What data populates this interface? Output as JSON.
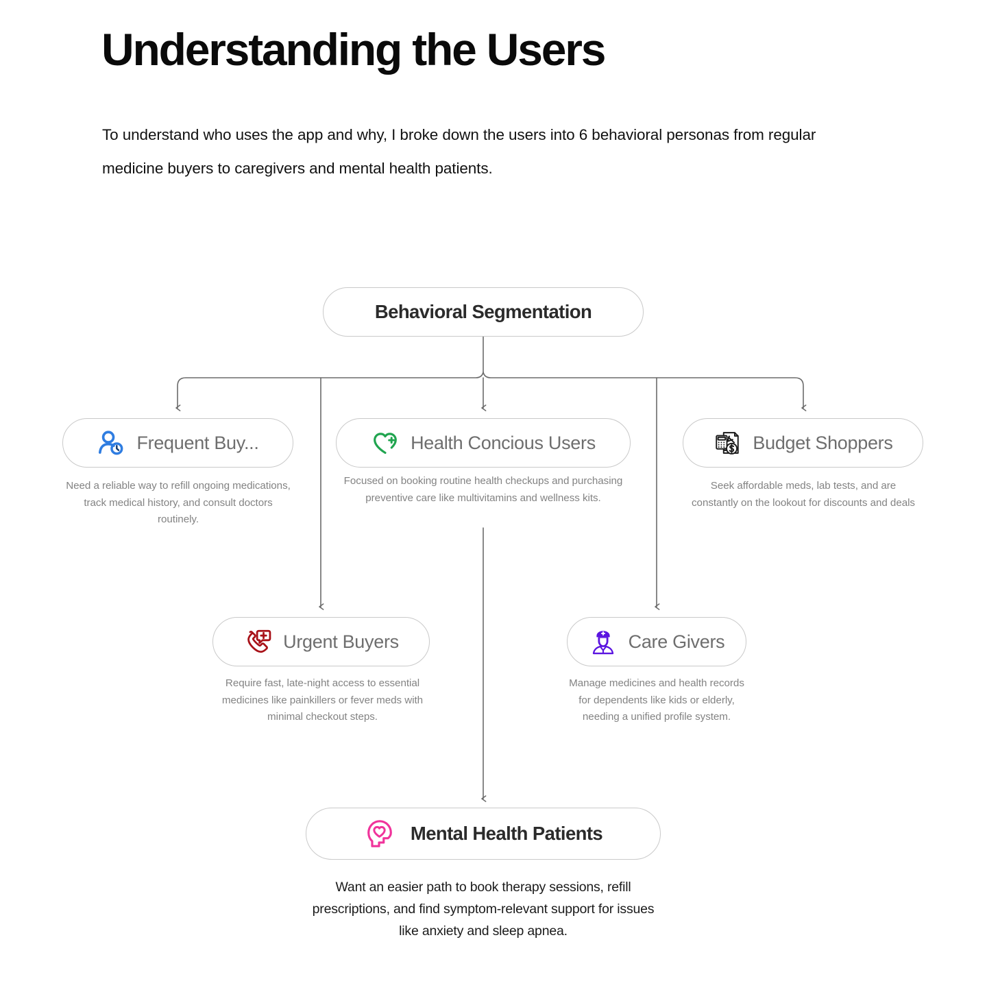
{
  "header": {
    "title": "Understanding the Users",
    "subtitle": "To understand who uses the app and why, I broke down the users into 6 behavioral personas from regular medicine buyers to caregivers and mental health patients."
  },
  "diagram": {
    "type": "tree",
    "root": {
      "label": "Behavioral Segmentation",
      "icon": "none"
    },
    "nodes": [
      {
        "id": "frequent-buyers",
        "label": "Frequent Buy...",
        "icon": "person-clock-icon",
        "icon_color": "#2f7de1",
        "caption": "Need a reliable way to refill ongoing medications, track medical history, and consult doctors routinely."
      },
      {
        "id": "health-concious-users",
        "label": "Health Concious Users",
        "icon": "heart-plus-icon",
        "icon_color": "#20a44f",
        "caption": "Focused on booking routine health checkups and purchasing preventive care like multivitamins and wellness kits."
      },
      {
        "id": "budget-shoppers",
        "label": "Budget Shoppers",
        "icon": "calculator-invoice-dollar-icon",
        "icon_color": "#1a1a1a",
        "caption": "Seek affordable meds, lab tests, and are constantly on the lookout for discounts and deals"
      },
      {
        "id": "urgent-buyers",
        "label": "Urgent Buyers",
        "icon": "emergency-phone-icon",
        "icon_color": "#a81118",
        "caption": "Require fast, late-night access to essential medicines like painkillers or fever meds with minimal checkout steps."
      },
      {
        "id": "care-givers",
        "label": "Care Givers",
        "icon": "nurse-icon",
        "icon_color": "#5b14e0",
        "caption": "Manage medicines and health records for dependents like kids or elderly, needing a unified profile system."
      },
      {
        "id": "mental-health-patients",
        "label": "Mental Health Patients",
        "icon": "head-heart-icon",
        "icon_color": "#f0339b",
        "caption": "Want an easier path to book therapy sessions, refill prescriptions, and find symptom-relevant support for issues like anxiety and sleep apnea."
      }
    ],
    "colors": {
      "node_border": "#c9c9c9",
      "connector": "#6b6b6b",
      "caption_text": "#838383",
      "label_text": "#6e6e6e",
      "title_text": "#0a0a0a"
    }
  }
}
